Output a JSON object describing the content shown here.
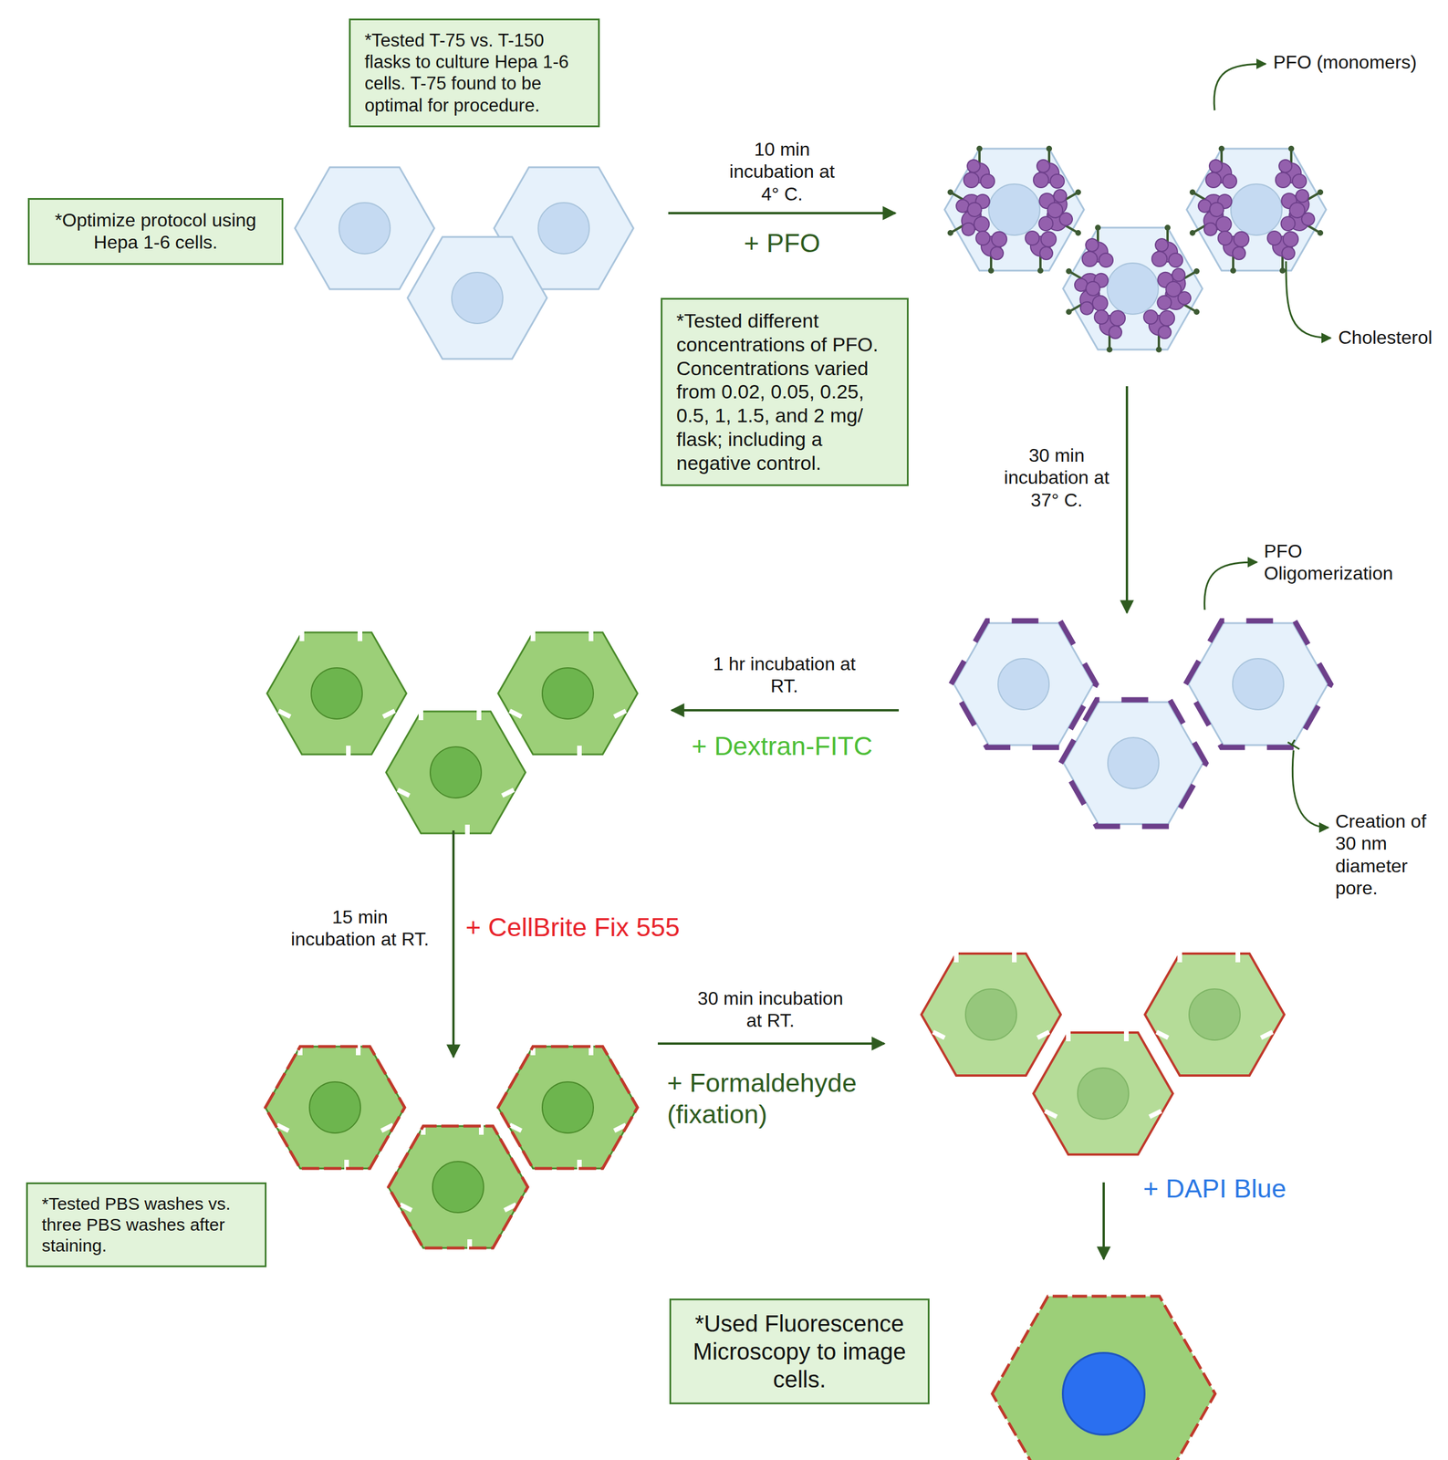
{
  "diagram": {
    "nodes": [
      {
        "text": [
          "*Tested T-75 vs. T-150 flasks to culture Hepa 1-6 cells. T-75 found to be optimal for procedure."
        ]
      },
      {
        "text": [
          "*Optimize protocol using Hepa 1-6 cells."
        ]
      },
      {
        "text": [
          "*Tested different concentrations of PFO. Concentrations varied from 0.02, 0.05, 0.25, 0.5, 1, 1.5, and 2 mg/ flask; including a negative control."
        ]
      },
      {
        "text": [
          "*Tested PBS washes vs. three PBS washes after staining."
        ]
      },
      {
        "text": [
          "*Used Fluorescence Microscopy to image cells."
        ]
      }
    ],
    "labels": [
      "10 min incubation at 4° C.",
      "+ PFO",
      "PFO (monomers)",
      "Cholesterol",
      "30 min incubation at 37° C.",
      "PFO Oligomerization",
      "Creation of 30 nm diameter pore.",
      "1 hr incubation at RT.",
      "+ Dextran-FITC",
      "15 min incubation at RT.",
      "+ CellBrite Fix 555",
      "30 min incubation at RT.",
      "+ Formaldehyde (fixation)",
      "+ DAPI Blue"
    ]
  }
}
